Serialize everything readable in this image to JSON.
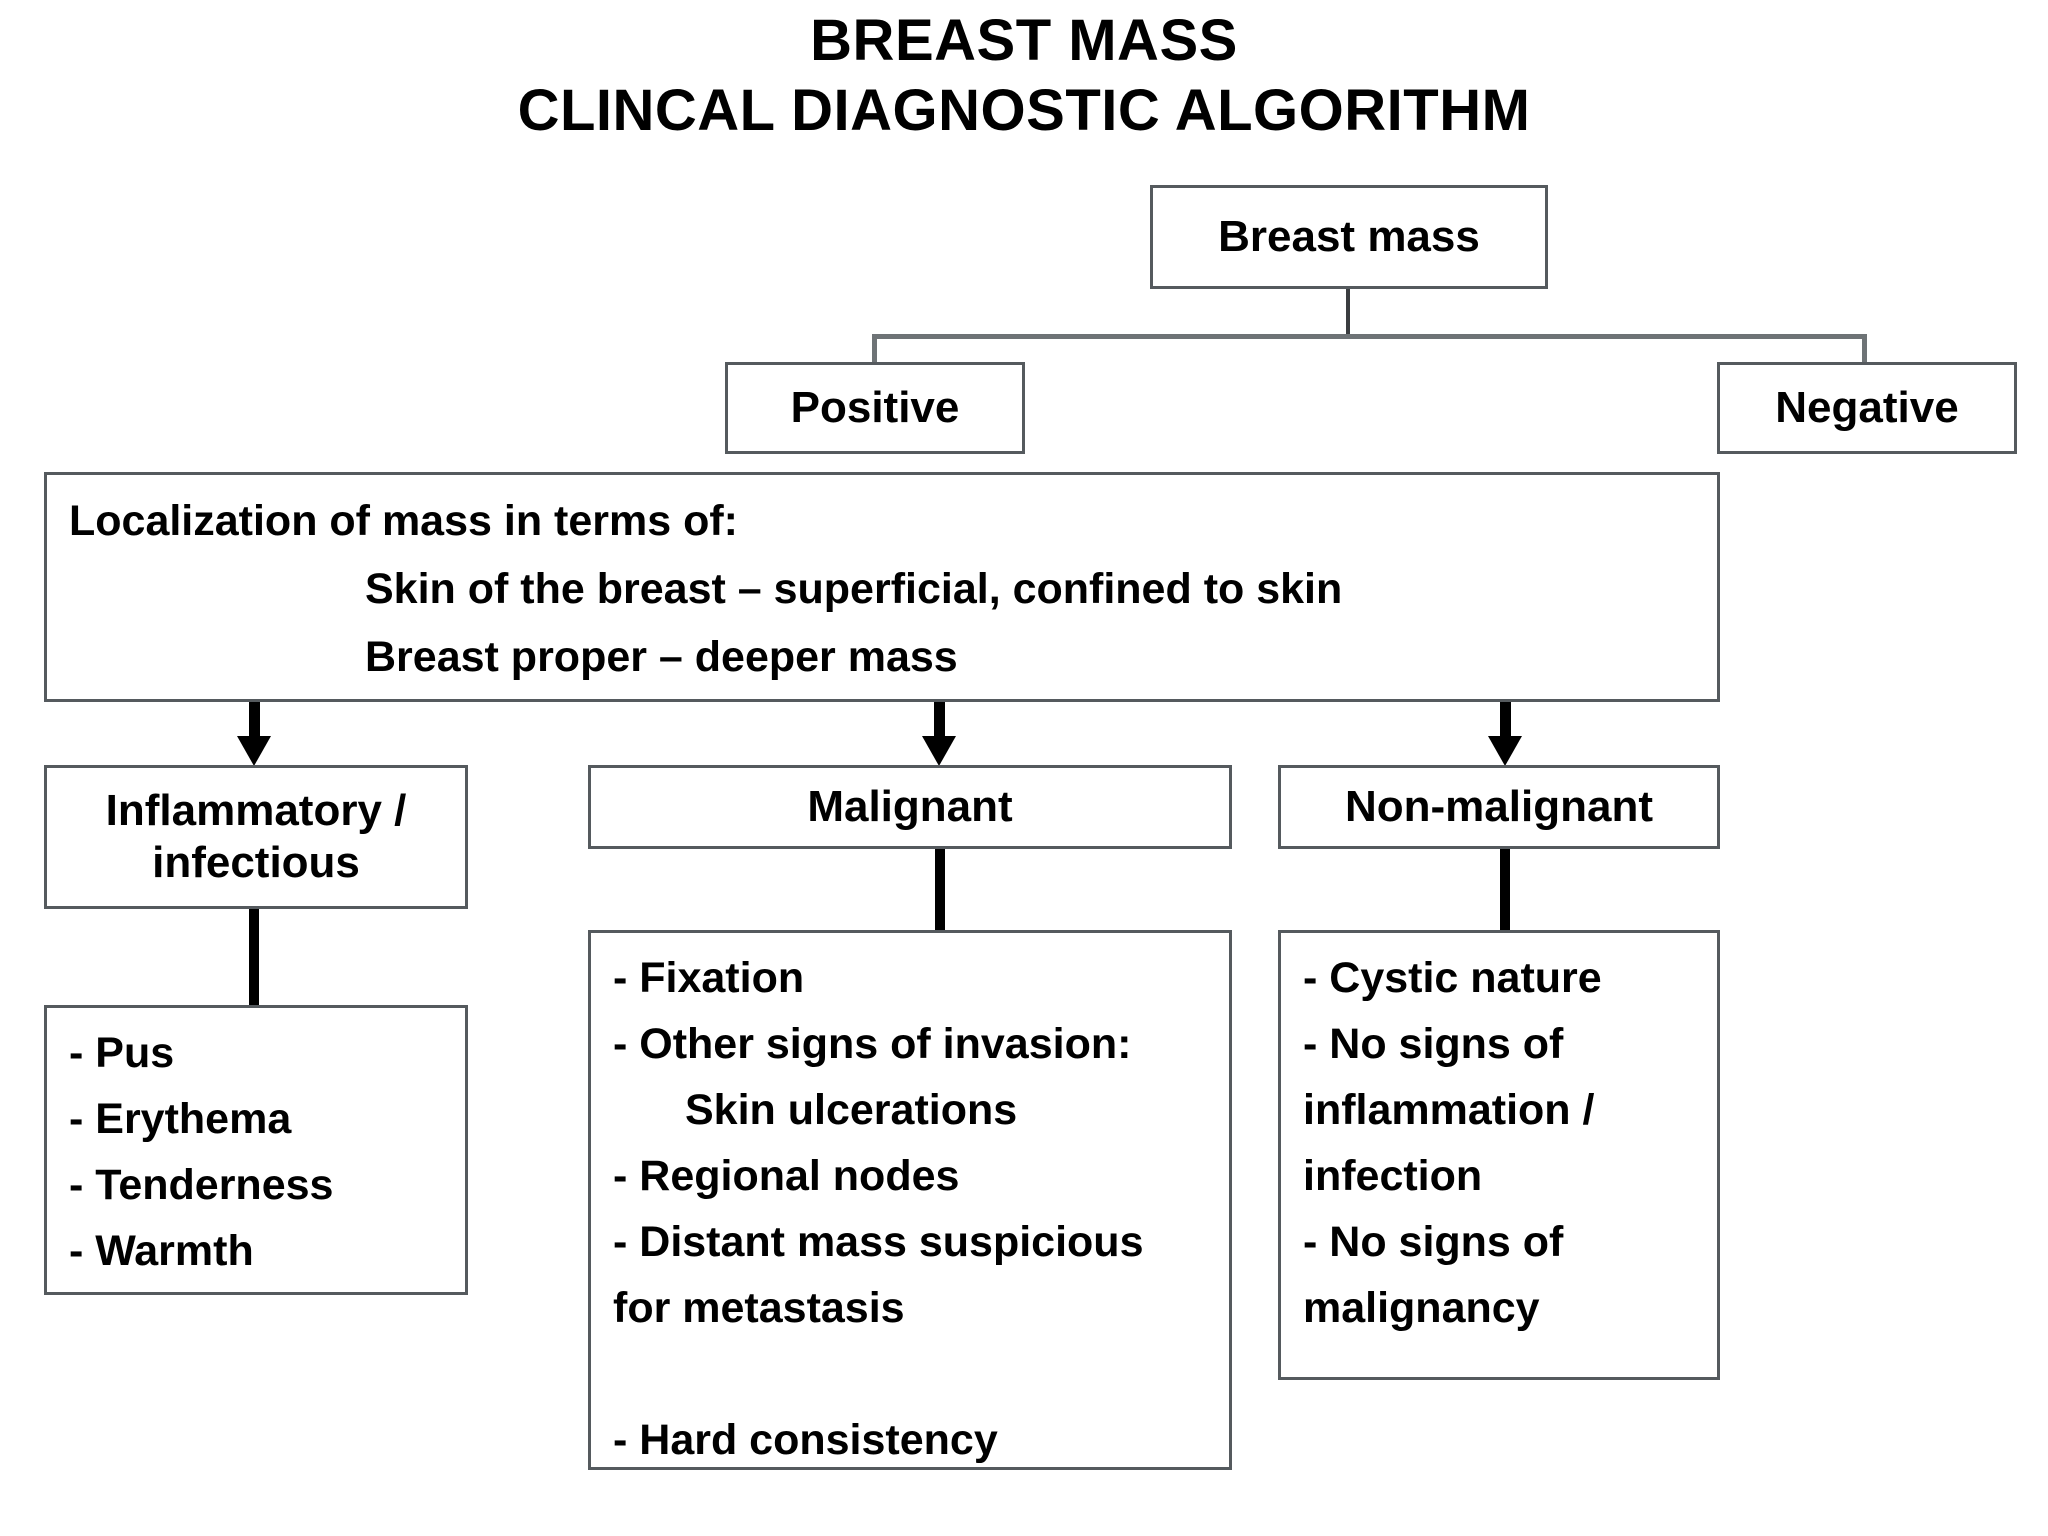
{
  "title": {
    "line1": "BREAST MASS",
    "line2": "CLINCAL DIAGNOSTIC ALGORITHM"
  },
  "nodes": {
    "root": {
      "label": "Breast mass"
    },
    "positive": {
      "label": "Positive"
    },
    "negative": {
      "label": "Negative"
    },
    "localization": {
      "heading": "Localization of mass in terms of:",
      "item1": "Skin of the breast – superficial, confined to skin",
      "item2": "Breast proper – deeper mass"
    },
    "inflammatory": {
      "label_line1": "Inflammatory /",
      "label_line2": "infectious"
    },
    "malignant": {
      "label": "Malignant"
    },
    "non_malignant": {
      "label": "Non-malignant"
    }
  },
  "lists": {
    "inflammatory_signs": [
      "- Pus",
      "- Erythema",
      "- Tenderness",
      "- Warmth"
    ],
    "malignant_signs": [
      "- Fixation",
      "- Other signs of invasion:",
      "Skin ulcerations",
      "- Regional nodes",
      "- Distant mass suspicious",
      "for metastasis",
      "",
      "- Hard consistency"
    ],
    "non_malignant_signs": [
      "- Cystic nature",
      "- No signs of",
      "inflammation /",
      "infection",
      "- No signs of",
      "malignancy"
    ]
  },
  "colors": {
    "box_border": "#555a5e",
    "connector": "#6e7376",
    "arrow": "#000000",
    "text": "#000000",
    "background": "#ffffff"
  }
}
